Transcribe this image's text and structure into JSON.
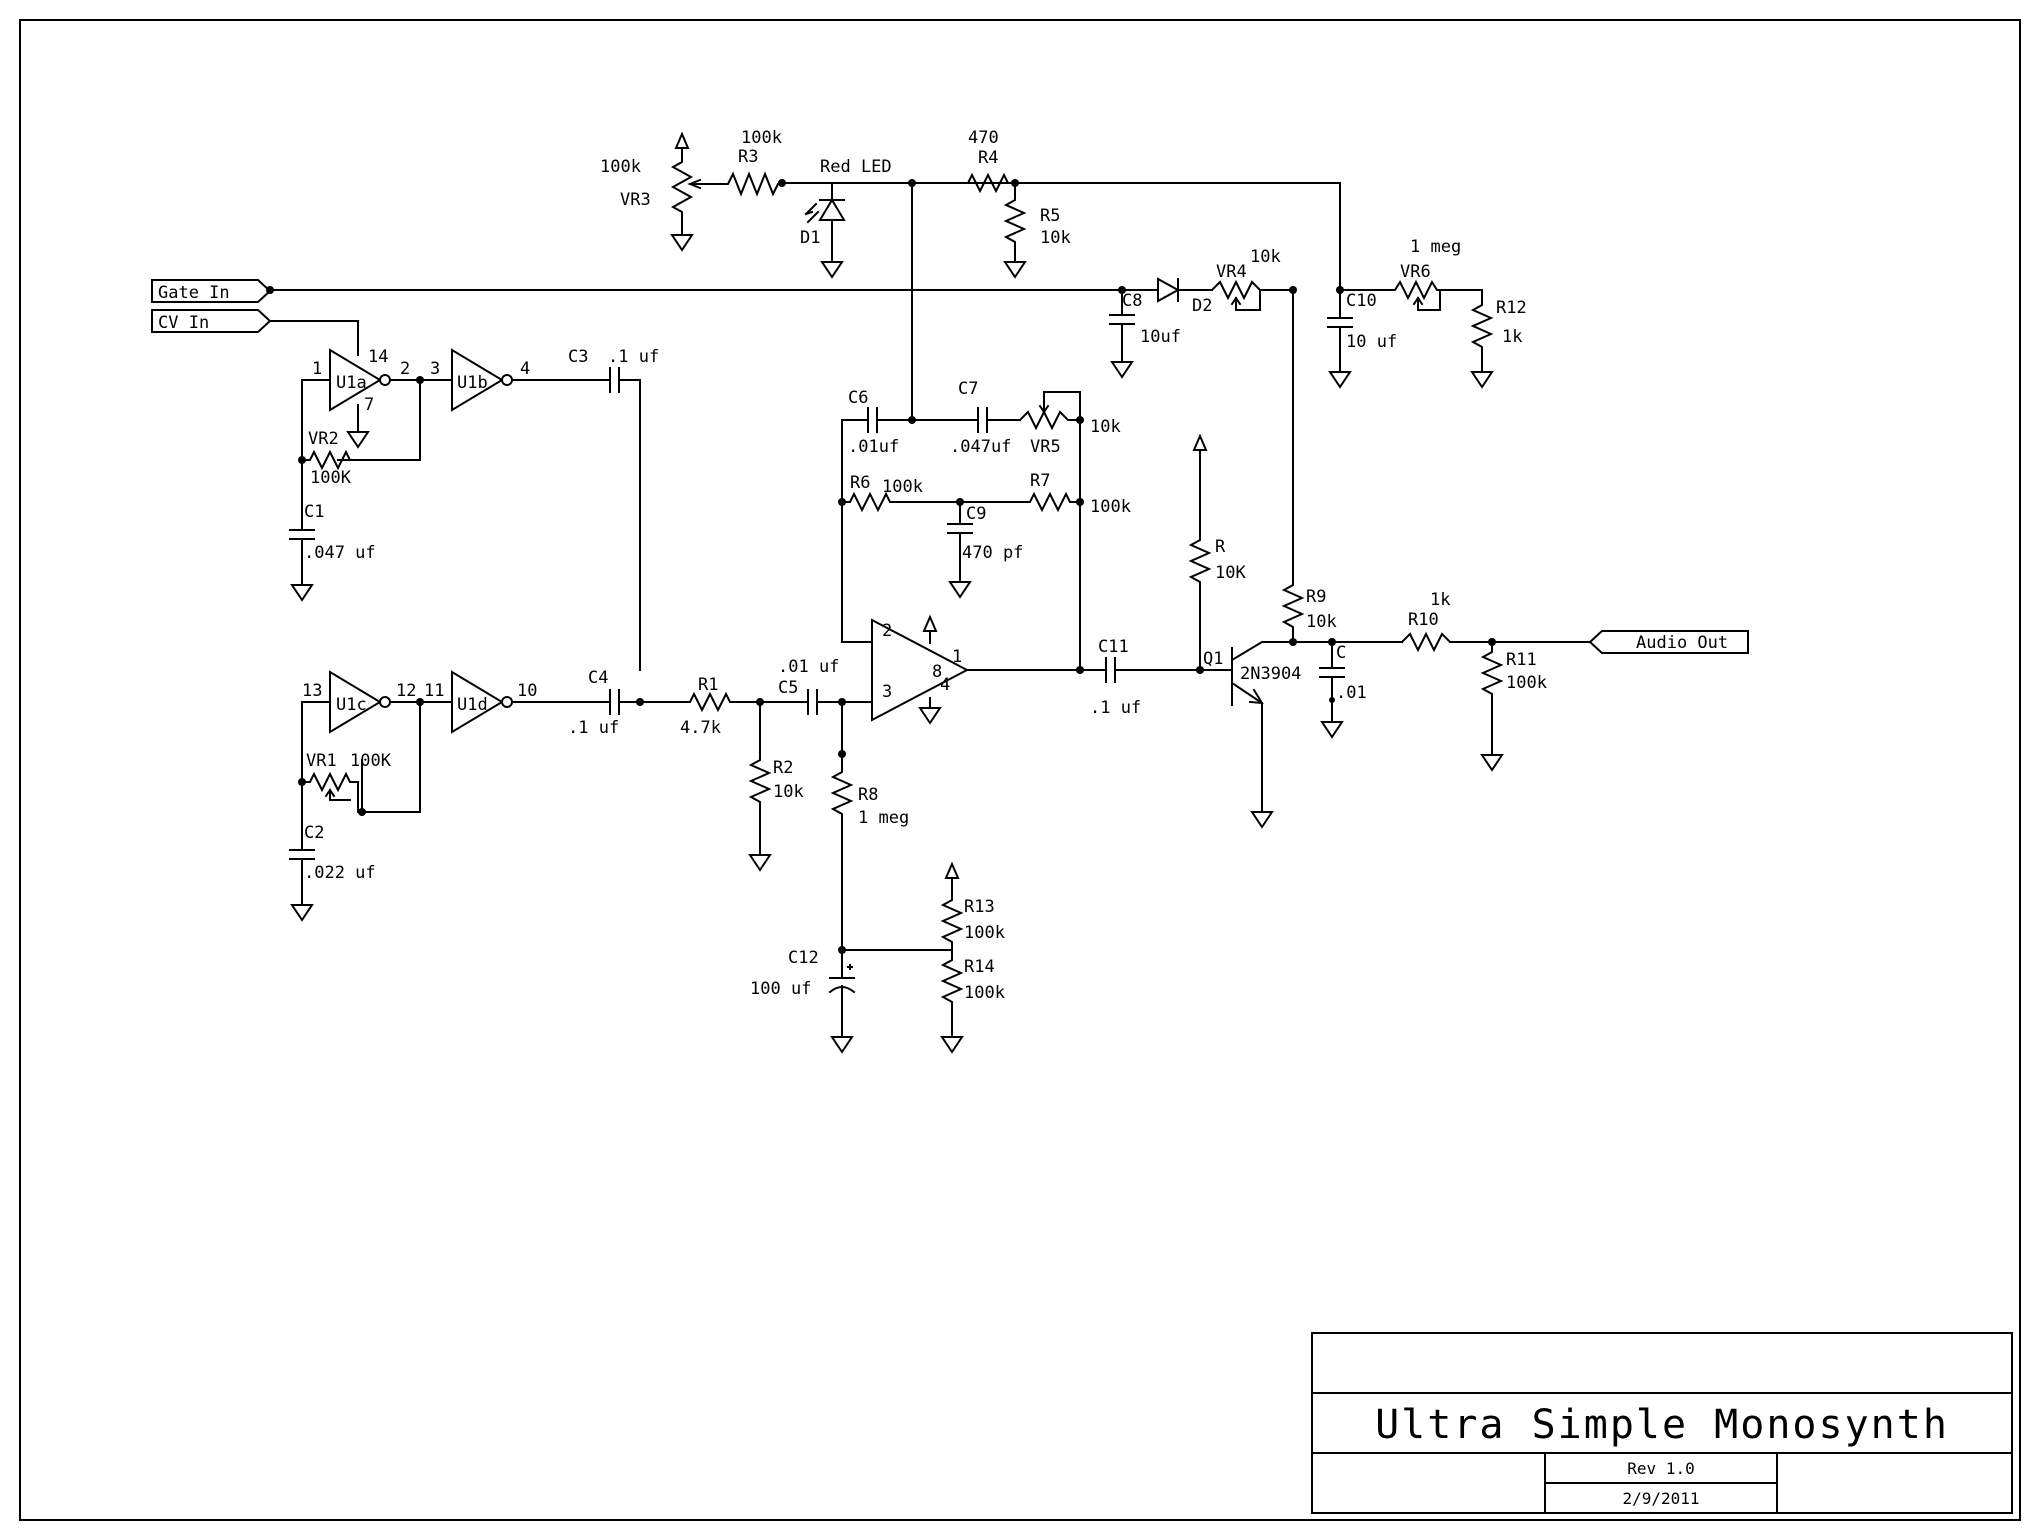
{
  "title_block": {
    "title": "Ultra Simple Monosynth",
    "revision": "Rev 1.0",
    "date": "2/9/2011"
  },
  "ports": {
    "gate_in": "Gate In",
    "cv_in": "CV In",
    "audio_out": "Audio Out"
  },
  "gates": {
    "u1a": "U1a",
    "u1b": "U1b",
    "u1c": "U1c",
    "u1d": "U1d"
  },
  "pins": {
    "p1": "1",
    "p2": "2",
    "p3": "3",
    "p4": "4",
    "p7": "7",
    "p10": "10",
    "p11": "11",
    "p12": "12",
    "p13": "13",
    "p14": "14",
    "op2": "2",
    "op3": "3",
    "op1": "1",
    "op8": "8",
    "op4": "4"
  },
  "opamp": {
    "pin2": "2",
    "pin3": "3",
    "pin1": "1",
    "pin8": "8",
    "pin4": "4"
  },
  "components": {
    "vr3": {
      "ref": "VR3",
      "value": "100k"
    },
    "r3": {
      "ref": "R3",
      "value": "100k"
    },
    "d1": {
      "ref": "D1",
      "value": "Red LED"
    },
    "r4": {
      "ref": "R4",
      "value": "470"
    },
    "r5": {
      "ref": "R5",
      "value": "10k"
    },
    "c8": {
      "ref": "C8",
      "value": "10uf"
    },
    "d2": {
      "ref": "D2"
    },
    "vr4": {
      "ref": "VR4",
      "value": "10k"
    },
    "c10": {
      "ref": "C10",
      "value": "10 uf"
    },
    "vr6": {
      "ref": "VR6",
      "value": "1 meg"
    },
    "r12": {
      "ref": "R12",
      "value": "1k"
    },
    "c3": {
      "ref": "C3",
      "value": ".1 uf"
    },
    "vr2": {
      "ref": "VR2",
      "value": "100K"
    },
    "c1": {
      "ref": "C1",
      "value": ".047 uf"
    },
    "c6": {
      "ref": "C6",
      "value": ".01uf"
    },
    "c7": {
      "ref": "C7",
      "value": ".047uf"
    },
    "vr5": {
      "ref": "VR5",
      "value": "10k"
    },
    "r6": {
      "ref": "R6",
      "value": "100k"
    },
    "r7": {
      "ref": "R7",
      "value": "100k"
    },
    "c9": {
      "ref": "C9",
      "value": "470 pf"
    },
    "r": {
      "ref": "R",
      "value": "10K"
    },
    "r9": {
      "ref": "R9",
      "value": "10k"
    },
    "r10": {
      "ref": "R10",
      "value": "1k"
    },
    "c": {
      "ref": "C",
      "value": ".01"
    },
    "r11": {
      "ref": "R11",
      "value": "100k"
    },
    "q1": {
      "ref": "Q1",
      "value": "2N3904"
    },
    "c11": {
      "ref": "C11",
      "value": ".1 uf"
    },
    "vr1": {
      "ref": "VR1",
      "value": "100K"
    },
    "c2": {
      "ref": "C2",
      "value": ".022 uf"
    },
    "c4": {
      "ref": "C4",
      "value": ".1 uf"
    },
    "r1": {
      "ref": "R1",
      "value": "4.7k"
    },
    "c5": {
      "ref": "C5",
      "value": ".01 uf"
    },
    "r2": {
      "ref": "R2",
      "value": "10k"
    },
    "r8": {
      "ref": "R8",
      "value": "1 meg"
    },
    "c12": {
      "ref": "C12",
      "value": "100 uf"
    },
    "r13": {
      "ref": "R13",
      "value": "100k"
    },
    "r14": {
      "ref": "R14",
      "value": "100k"
    }
  }
}
